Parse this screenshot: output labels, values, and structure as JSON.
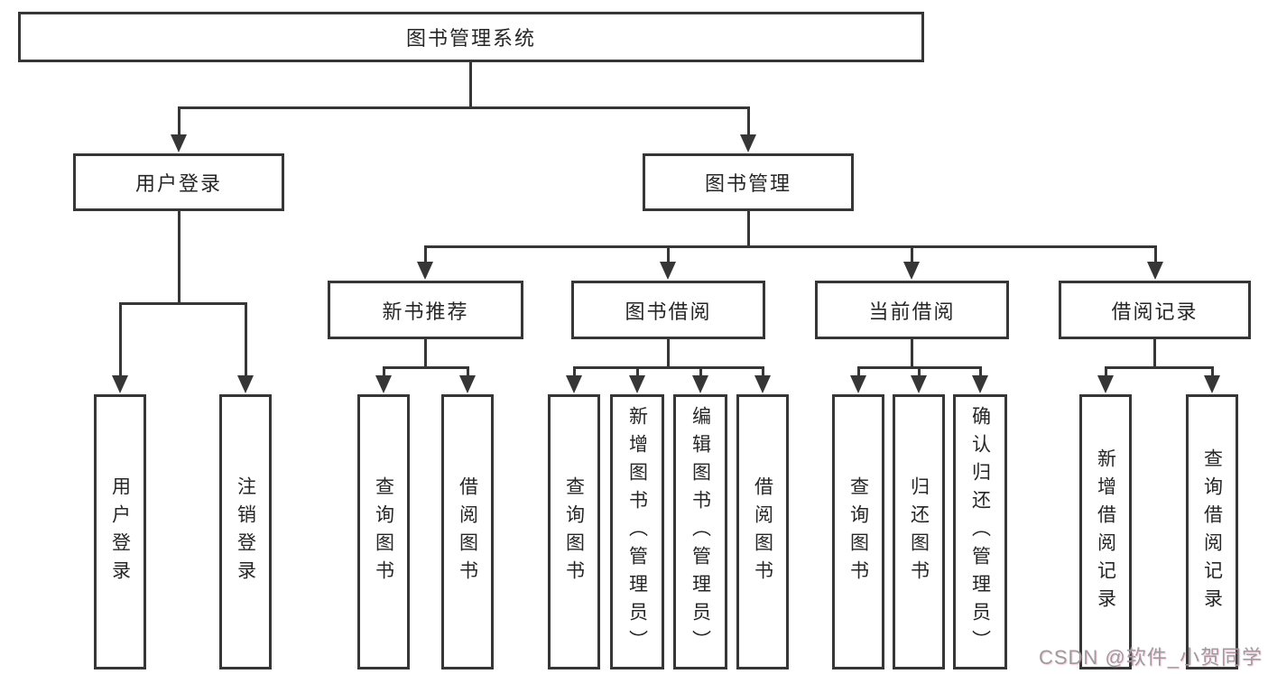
{
  "tree": {
    "root": "图书管理系统",
    "branches": [
      {
        "label": "用户登录",
        "children": [
          {
            "label": "用户登录"
          },
          {
            "label": "注销登录"
          }
        ]
      },
      {
        "label": "图书管理",
        "children": [
          {
            "label": "新书推荐",
            "children": [
              {
                "label": "查询图书"
              },
              {
                "label": "借阅图书"
              }
            ]
          },
          {
            "label": "图书借阅",
            "children": [
              {
                "label": "查询图书"
              },
              {
                "label": "新增图书（管理员）"
              },
              {
                "label": "编辑图书（管理员）"
              },
              {
                "label": "借阅图书"
              }
            ]
          },
          {
            "label": "当前借阅",
            "children": [
              {
                "label": "查询图书"
              },
              {
                "label": "归还图书"
              },
              {
                "label": "确认归还（管理员）"
              }
            ]
          },
          {
            "label": "借阅记录",
            "children": [
              {
                "label": "新增借阅记录"
              },
              {
                "label": "查询借阅记录"
              }
            ]
          }
        ]
      }
    ]
  },
  "watermark": "CSDN @软件_小贺同学",
  "colors": {
    "line": "#363636",
    "text": "#262626",
    "background": "#ffffff",
    "watermark": "#9c9c9c"
  }
}
